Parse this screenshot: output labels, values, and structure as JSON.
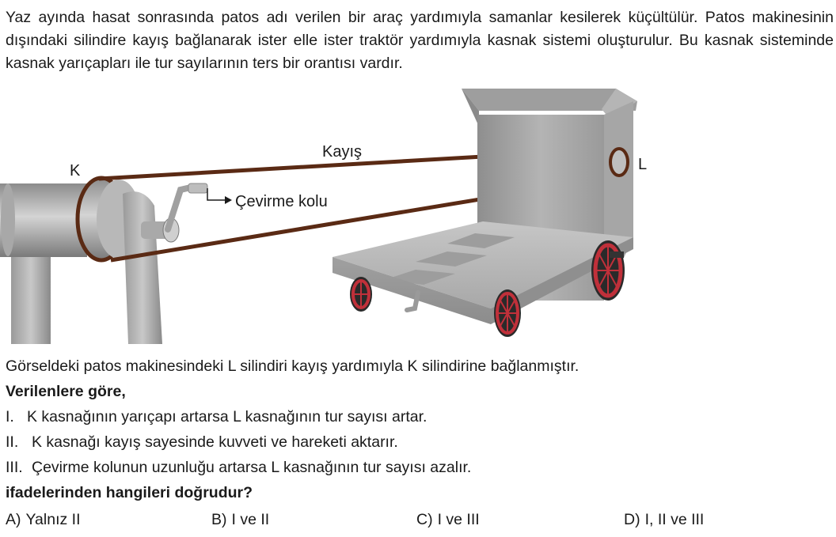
{
  "intro": "Yaz ayında hasat sonrasında patos adı verilen bir araç yardımıyla samanlar kesilerek küçültülür. Patos makinesinin dışındaki silindire kayış bağlanarak ister elle ister traktör yardımıyla kasnak sistemi oluşturulur. Bu kasnak sisteminde kasnak yarıçapları ile tur sayılarının ters bir orantısı vardır.",
  "figure": {
    "label_k": "K",
    "label_l": "L",
    "label_belt": "Kayış",
    "label_crank": "Çevirme kolu",
    "colors": {
      "belt": "#5a2a14",
      "wheel": "#c0303a",
      "metal": "#9a9a9a"
    }
  },
  "question": {
    "stem": "Görseldeki patos makinesindeki L silindiri kayış yardımıyla K silindirine bağlanmıştır.",
    "lead": "Verilenlere göre,",
    "statements": [
      {
        "num": "I.",
        "text": "K kasnağının yarıçapı artarsa L kasnağının tur sayısı artar."
      },
      {
        "num": "II.",
        "text": "K kasnağı kayış sayesinde kuvveti ve hareketi aktarır."
      },
      {
        "num": "III.",
        "text": "Çevirme kolunun uzunluğu artarsa L kasnağının tur sayısı azalır."
      }
    ],
    "ask": "ifadelerinden hangileri doğrudur?"
  },
  "options": [
    {
      "letter": "A)",
      "text": "Yalnız II"
    },
    {
      "letter": "B)",
      "text": "I ve II"
    },
    {
      "letter": "C)",
      "text": "I ve III"
    },
    {
      "letter": "D)",
      "text": "I, II ve III"
    }
  ]
}
